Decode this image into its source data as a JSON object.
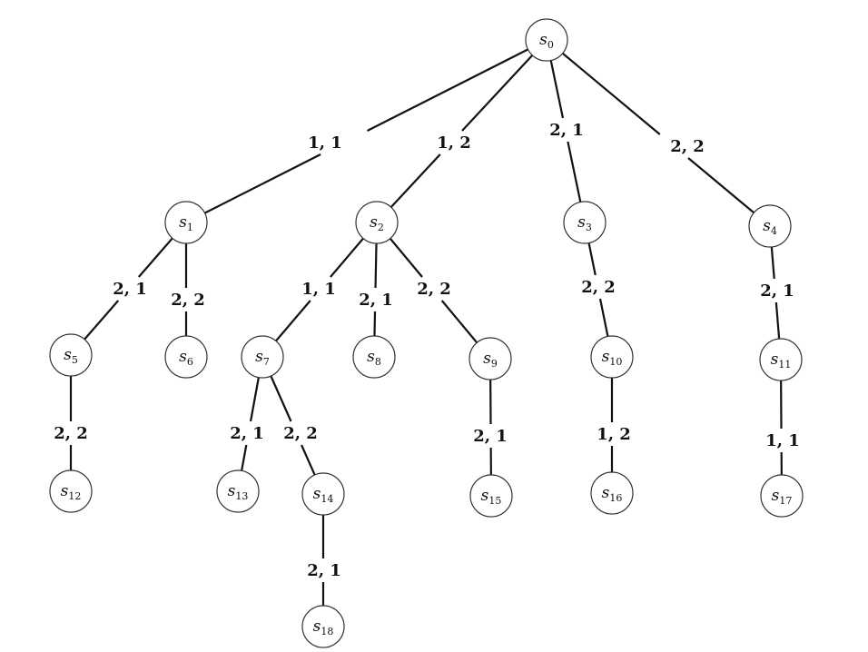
{
  "nodes": [
    {
      "id": "s0",
      "letter": "s",
      "sub": "0"
    },
    {
      "id": "s1",
      "letter": "s",
      "sub": "1"
    },
    {
      "id": "s2",
      "letter": "s",
      "sub": "2"
    },
    {
      "id": "s3",
      "letter": "s",
      "sub": "3"
    },
    {
      "id": "s4",
      "letter": "s",
      "sub": "4"
    },
    {
      "id": "s5",
      "letter": "s",
      "sub": "5"
    },
    {
      "id": "s6",
      "letter": "s",
      "sub": "6"
    },
    {
      "id": "s7",
      "letter": "s",
      "sub": "7"
    },
    {
      "id": "s8",
      "letter": "s",
      "sub": "8"
    },
    {
      "id": "s9",
      "letter": "s",
      "sub": "9"
    },
    {
      "id": "s10",
      "letter": "s",
      "sub": "10"
    },
    {
      "id": "s11",
      "letter": "s",
      "sub": "11"
    },
    {
      "id": "s12",
      "letter": "s",
      "sub": "12"
    },
    {
      "id": "s13",
      "letter": "s",
      "sub": "13"
    },
    {
      "id": "s14",
      "letter": "s",
      "sub": "14"
    },
    {
      "id": "s15",
      "letter": "s",
      "sub": "15"
    },
    {
      "id": "s16",
      "letter": "s",
      "sub": "16"
    },
    {
      "id": "s17",
      "letter": "s",
      "sub": "17"
    },
    {
      "id": "s18",
      "letter": "s",
      "sub": "18"
    }
  ],
  "edges": [
    {
      "from": "s0",
      "to": "s1",
      "label": "1, 1"
    },
    {
      "from": "s0",
      "to": "s2",
      "label": "1, 2"
    },
    {
      "from": "s0",
      "to": "s3",
      "label": "2, 1"
    },
    {
      "from": "s0",
      "to": "s4",
      "label": "2, 2"
    },
    {
      "from": "s1",
      "to": "s5",
      "label": "2, 1"
    },
    {
      "from": "s1",
      "to": "s6",
      "label": "2, 2"
    },
    {
      "from": "s2",
      "to": "s7",
      "label": "1, 1"
    },
    {
      "from": "s2",
      "to": "s8",
      "label": "2, 1"
    },
    {
      "from": "s2",
      "to": "s9",
      "label": "2, 2"
    },
    {
      "from": "s3",
      "to": "s10",
      "label": "2, 2"
    },
    {
      "from": "s4",
      "to": "s11",
      "label": "2, 1"
    },
    {
      "from": "s5",
      "to": "s12",
      "label": "2, 2"
    },
    {
      "from": "s7",
      "to": "s13",
      "label": "2, 1"
    },
    {
      "from": "s7",
      "to": "s14",
      "label": "2, 2"
    },
    {
      "from": "s9",
      "to": "s15",
      "label": "2, 1"
    },
    {
      "from": "s10",
      "to": "s16",
      "label": "1, 2"
    },
    {
      "from": "s11",
      "to": "s17",
      "label": "1, 1"
    },
    {
      "from": "s14",
      "to": "s18",
      "label": "2, 1"
    }
  ]
}
